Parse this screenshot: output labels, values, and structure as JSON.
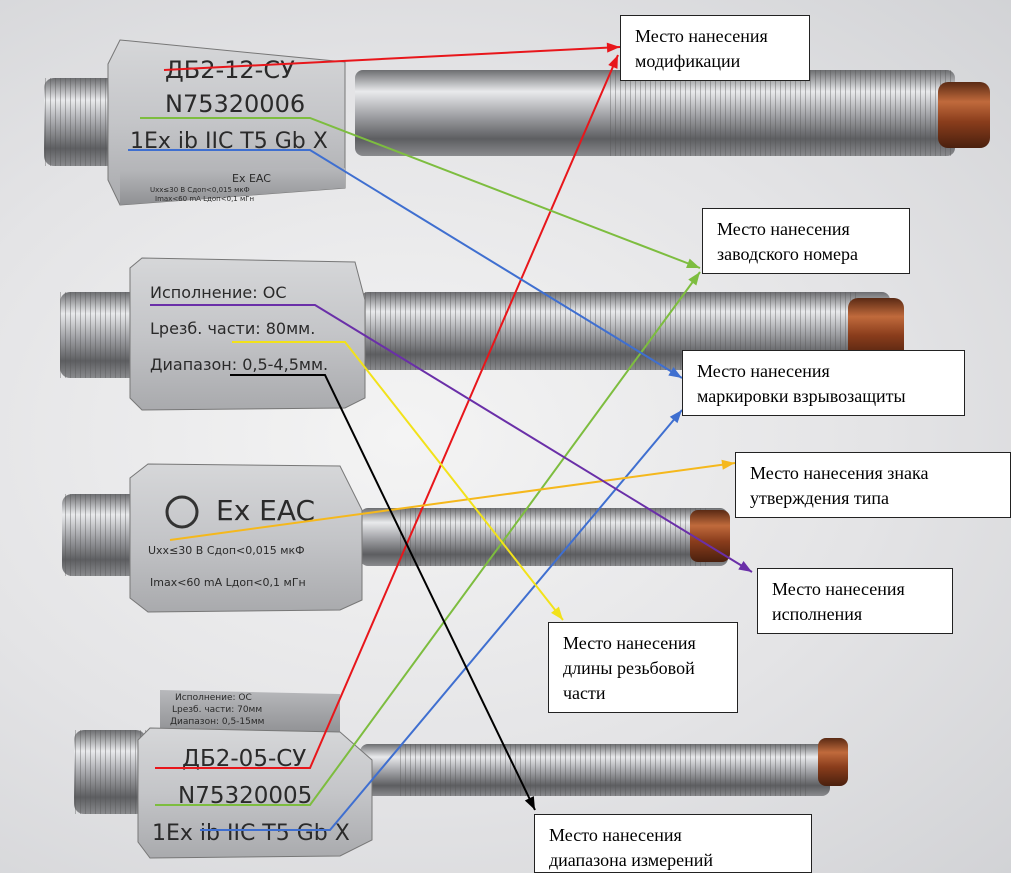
{
  "sensors": {
    "s1": {
      "model": "ДБ2-12-СУ",
      "serial": "N75320006",
      "exmark": "1Ex ib IIC T5 Gb X",
      "side1": "Uxx≤30 В Cдоп<0,015 мкФ",
      "side2": "Imax<60 mA Lдоп<0,1 мГн",
      "logo": "Ex EAC"
    },
    "s2": {
      "line1": "Исполнение: ОС",
      "line2": "Lрезб. части: 80мм.",
      "line3": "Диапазон: 0,5-4,5мм."
    },
    "s3": {
      "logo": "Ex EAC",
      "line1": "Uxx≤30 В Cдоп<0,015 мкФ",
      "line2": "Imax<60 mA Lдоп<0,1 мГн"
    },
    "s4": {
      "top1": "Исполнение: ОС",
      "top2": "Lрезб. части: 70мм",
      "top3": "Диапазон: 0,5-15мм",
      "model": "ДБ2-05-СУ",
      "serial": "N75320005",
      "exmark": "1Ex ib IIC T5 Gb X"
    }
  },
  "callouts": {
    "modification": [
      "Место нанесения",
      "модификации"
    ],
    "serial": [
      "Место нанесения",
      "заводского номера"
    ],
    "ex_marking": [
      "Место нанесения",
      "маркировки взрывозащиты"
    ],
    "approval": [
      "Место нанесения знака",
      "утверждения типа"
    ],
    "version": [
      "Место нанесения",
      "исполнения"
    ],
    "thread_length": [
      "Место нанесения",
      "длины резьбовой",
      "части"
    ],
    "range": [
      "Место нанесения",
      "диапазона измерений"
    ]
  },
  "colors": {
    "modification": "#e8161b",
    "serial": "#7dbd3f",
    "ex_marking": "#3f6fd0",
    "approval": "#f5b81c",
    "version": "#6a2fa8",
    "thread_length": "#f2e21a",
    "range": "#000000"
  }
}
